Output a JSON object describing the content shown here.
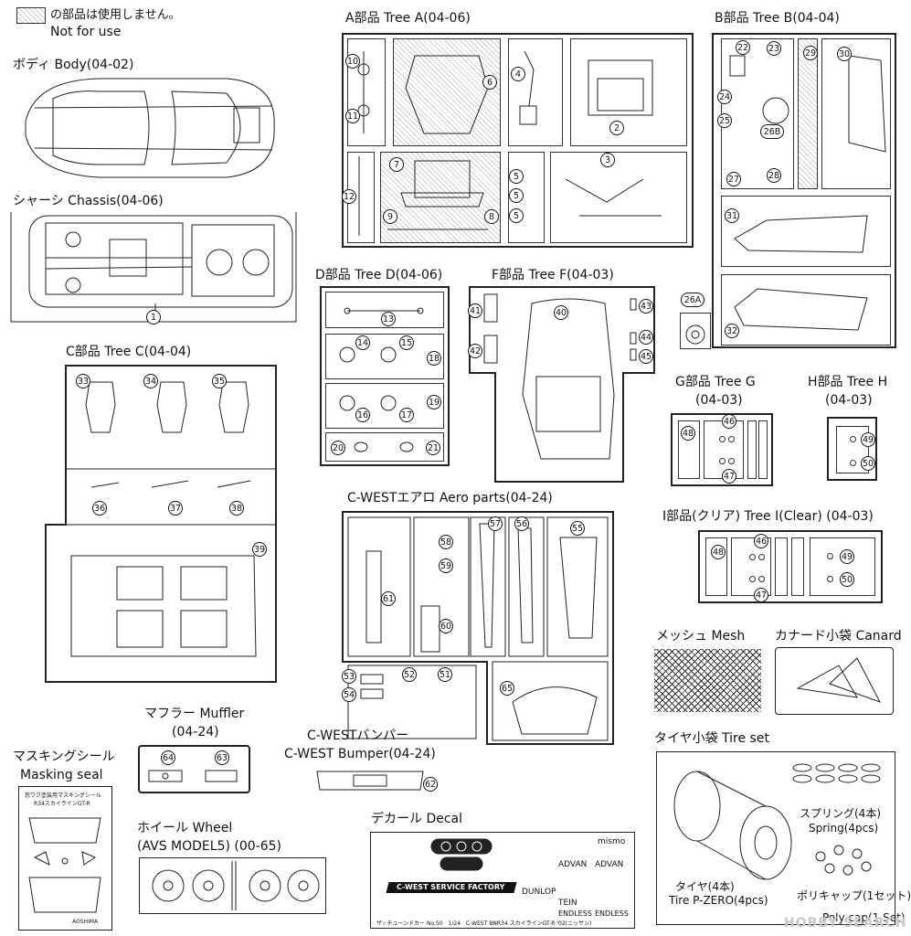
{
  "legend": {
    "jp": "の部品は使用しません。",
    "en": "Not for use"
  },
  "body": {
    "title": "ボディ Body(04-02)"
  },
  "chassis": {
    "title": "シャーシ Chassis(04-06)",
    "parts": [
      "1"
    ]
  },
  "tree_a": {
    "title": "A部品 Tree A(04-06)",
    "parts": [
      "10",
      "11",
      "12",
      "6",
      "4",
      "7",
      "2",
      "3",
      "5",
      "5",
      "5",
      "8",
      "9"
    ]
  },
  "tree_b": {
    "title": "B部品 Tree B(04-04)",
    "parts": [
      "22",
      "23",
      "29",
      "30",
      "24",
      "25",
      "26B",
      "27",
      "28",
      "31",
      "32",
      "26A"
    ]
  },
  "tree_c": {
    "title": "C部品 Tree C(04-04)",
    "parts": [
      "33",
      "34",
      "35",
      "36",
      "37",
      "38",
      "39"
    ]
  },
  "tree_d": {
    "title": "D部品 Tree D(04-06)",
    "parts": [
      "13",
      "14",
      "15",
      "18",
      "16",
      "17",
      "19",
      "20",
      "21"
    ]
  },
  "tree_f": {
    "title": "F部品 Tree F(04-03)",
    "parts": [
      "40",
      "41",
      "42",
      "43",
      "44",
      "45"
    ]
  },
  "tree_g": {
    "title_1": "G部品 Tree G",
    "title_2": "(04-03)",
    "parts": [
      "48",
      "46",
      "47"
    ]
  },
  "tree_h": {
    "title_1": "H部品 Tree H",
    "title_2": "(04-03)",
    "parts": [
      "49",
      "50"
    ]
  },
  "tree_i": {
    "title": "I部品(クリア) Tree I(Clear) (04-03)",
    "parts": [
      "48",
      "46",
      "47",
      "49",
      "50"
    ]
  },
  "aero": {
    "title": "C-WESTエアロ Aero parts(04-24)",
    "parts": [
      "57",
      "56",
      "55",
      "58",
      "59",
      "61",
      "60",
      "53",
      "54",
      "52",
      "51",
      "65"
    ]
  },
  "bumper": {
    "title_1": "C-WESTバンパー",
    "title_2": "C-WEST Bumper(04-24)",
    "parts": [
      "62"
    ]
  },
  "muffler": {
    "title_1": "マフラー Muffler",
    "title_2": "(04-24)",
    "parts": [
      "64",
      "63"
    ]
  },
  "masking": {
    "title_1": "マスキングシール",
    "title_2": "Masking seal",
    "sheet_title_1": "窓ワク塗装用マスキングシール",
    "sheet_title_2": "R34スカイラインGT-R",
    "brand": "AOSHIMA"
  },
  "wheel": {
    "title_1": "ホイール Wheel",
    "title_2": "(AVS MODEL5) (00-65)"
  },
  "decal": {
    "title": "デカール Decal",
    "texts": [
      "C-WEST SERVICE FACTORY",
      "ADVAN",
      "ADVAN",
      "mismo",
      "TEIN",
      "DUNLOP",
      "ENDLESS",
      "ENDLESS"
    ],
    "footer": "ザ☆チューンドカー No.50　1/24　C-WEST BNR34 スカイラインGT-R '02(ニッサン)"
  },
  "mesh": {
    "title": "メッシュ Mesh"
  },
  "canard": {
    "title": "カナード小袋 Canard"
  },
  "tire_set": {
    "title": "タイヤ小袋 Tire set",
    "spring_1": "スプリング(4本)",
    "spring_2": "Spring(4pcs)",
    "tire_1": "タイヤ(4本)",
    "tire_2": "Tire P-ZERO(4pcs)",
    "polycap_1": "ポリキャップ(1セット)",
    "polycap_2": "Poly cap(1 Set)"
  },
  "watermark": "HOBBY SEARCH"
}
